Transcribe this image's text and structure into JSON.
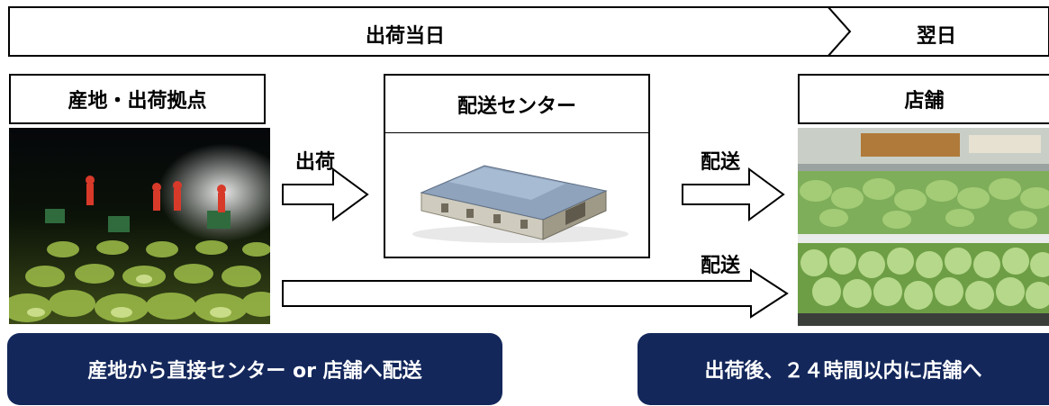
{
  "timeline": {
    "same_day_label": "出荷当日",
    "next_day_label": "翌日"
  },
  "stages": {
    "origin": {
      "title": "産地・出荷拠点"
    },
    "center": {
      "title": "配送センター"
    },
    "store": {
      "title": "店舗"
    }
  },
  "arrows": {
    "ship_label": "出荷",
    "deliver_label": "配送",
    "direct_deliver_label": "配送"
  },
  "banners": {
    "left": {
      "text": "産地から直接センター or 店舗へ配送"
    },
    "right": {
      "text": "出荷後、２４時間以内に店舗へ"
    }
  },
  "colors": {
    "banner_bg": "#13275b",
    "banner_text": "#ffffff",
    "outline": "#000000"
  }
}
